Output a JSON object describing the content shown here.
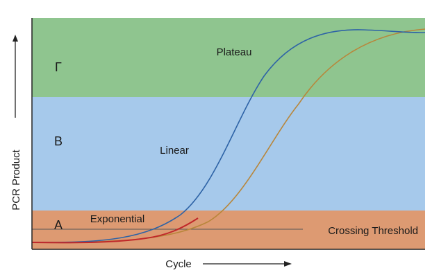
{
  "labels": {
    "plateau": "Plateau",
    "linear": "Linear",
    "exponential": "Exponential",
    "threshold": "Crossing Threshold",
    "xaxis": "Cycle",
    "yaxis": "PCR Product"
  },
  "phase_markers": {
    "top": "Γ",
    "middle": "B",
    "bottom": "A"
  },
  "colors": {
    "plateau_band": "#8fc58f",
    "linear_band": "#a6c9eb",
    "exponential_band": "#dd9a72",
    "curve_blue": "#2e63a6",
    "curve_orange": "#b8863a",
    "curve_low": "#c0282a",
    "threshold_line": "#555555",
    "axis": "#222222"
  }
}
